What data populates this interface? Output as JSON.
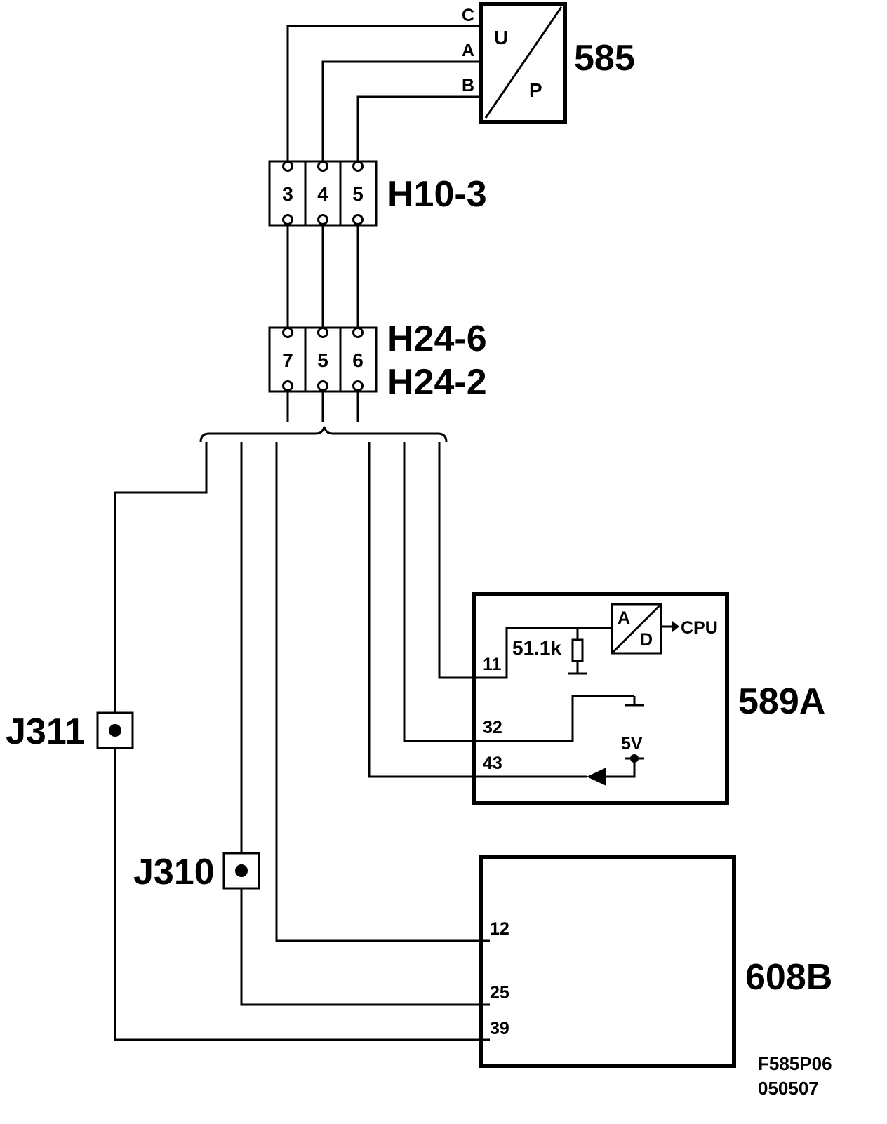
{
  "sensor": {
    "id": "585",
    "label_u": "U",
    "label_p": "P",
    "pins": [
      "C",
      "A",
      "B"
    ]
  },
  "connector_h10": {
    "label": "H10-3",
    "pins": [
      "3",
      "4",
      "5"
    ]
  },
  "connector_h24": {
    "label_top": "H24-6",
    "label_bottom": "H24-2",
    "pins": [
      "7",
      "5",
      "6"
    ]
  },
  "module_589a": {
    "id": "589A",
    "resistor": "51.1k",
    "adc_a": "A",
    "adc_d": "D",
    "cpu": "CPU",
    "supply": "5V",
    "pins": [
      "11",
      "32",
      "43"
    ]
  },
  "module_608b": {
    "id": "608B",
    "pins": [
      "12",
      "25",
      "39"
    ]
  },
  "junctions": {
    "j311": "J311",
    "j310": "J310"
  },
  "drawing_id": {
    "line1": "F585P06",
    "line2": "050507"
  }
}
